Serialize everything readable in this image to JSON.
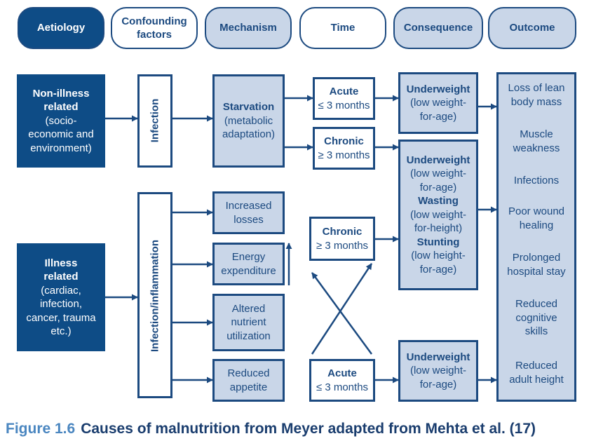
{
  "header": {
    "aetiology": "Aetiology",
    "confounding": [
      "Confounding",
      "factors"
    ],
    "mechanism": "Mechanism",
    "time": "Time",
    "consequence": "Consequence",
    "outcome": "Outcome"
  },
  "aetiology": {
    "non_illness": {
      "bold": [
        "Non-illness",
        "related"
      ],
      "normal": [
        "(socio-",
        "economic and",
        "environment)"
      ]
    },
    "illness": {
      "bold": [
        "Illness",
        "related"
      ],
      "normal": [
        "(cardiac,",
        "infection,",
        "cancer, trauma",
        "etc.)"
      ]
    }
  },
  "confounders": {
    "infection": "Infection",
    "infection_inflammation": "Infection/inflammation"
  },
  "mechanism": {
    "starvation": {
      "bold": "Starvation",
      "normal": [
        "(metabolic",
        "adaptation)"
      ]
    },
    "increased_losses": [
      "Increased",
      "losses"
    ],
    "energy_expenditure": [
      "Energy",
      "expenditure"
    ],
    "altered_nutrient": [
      "Altered",
      "nutrient",
      "utilization"
    ],
    "reduced_appetite": [
      "Reduced",
      "appetite"
    ]
  },
  "time": {
    "acute_top": {
      "label": "Acute",
      "duration": "≤ 3 months"
    },
    "chronic_top": {
      "label": "Chronic",
      "duration": "≥ 3 months"
    },
    "chronic_bottom": {
      "label": "Chronic",
      "duration": "≥ 3 months"
    },
    "acute_bottom": {
      "label": "Acute",
      "duration": "≤ 3 months"
    }
  },
  "consequence": {
    "underweight_top": {
      "bold": "Underweight",
      "normal": [
        "(low weight-",
        "for-age)"
      ]
    },
    "chronic_group": [
      {
        "bold": "Underweight",
        "normal": [
          "(low weight-",
          "for-age)"
        ]
      },
      {
        "bold": "Wasting",
        "normal": [
          "(low weight-",
          "for-height)"
        ]
      },
      {
        "bold": "Stunting",
        "normal": [
          "(low height-",
          "for-age)"
        ]
      }
    ],
    "underweight_bottom": {
      "bold": "Underweight",
      "normal": [
        "(low weight-",
        "for-age)"
      ]
    }
  },
  "outcomes": [
    [
      "Loss of lean",
      "body mass"
    ],
    [
      "Muscle",
      "weakness"
    ],
    [
      "Infections"
    ],
    [
      "Poor wound",
      "healing"
    ],
    [
      "Prolonged",
      "hospital stay"
    ],
    [
      "Reduced",
      "cognitive",
      "skills"
    ],
    [
      "Reduced",
      "adult height"
    ]
  ],
  "caption": {
    "figure": "Figure 1.6",
    "text": "Causes of malnutrition from Meyer adapted from Mehta et al. (17)"
  },
  "colors": {
    "dark_blue": "#0e4c86",
    "light_blue": "#c9d6e8",
    "line": "#1c4a80",
    "caption_figure": "#4a86c0"
  }
}
